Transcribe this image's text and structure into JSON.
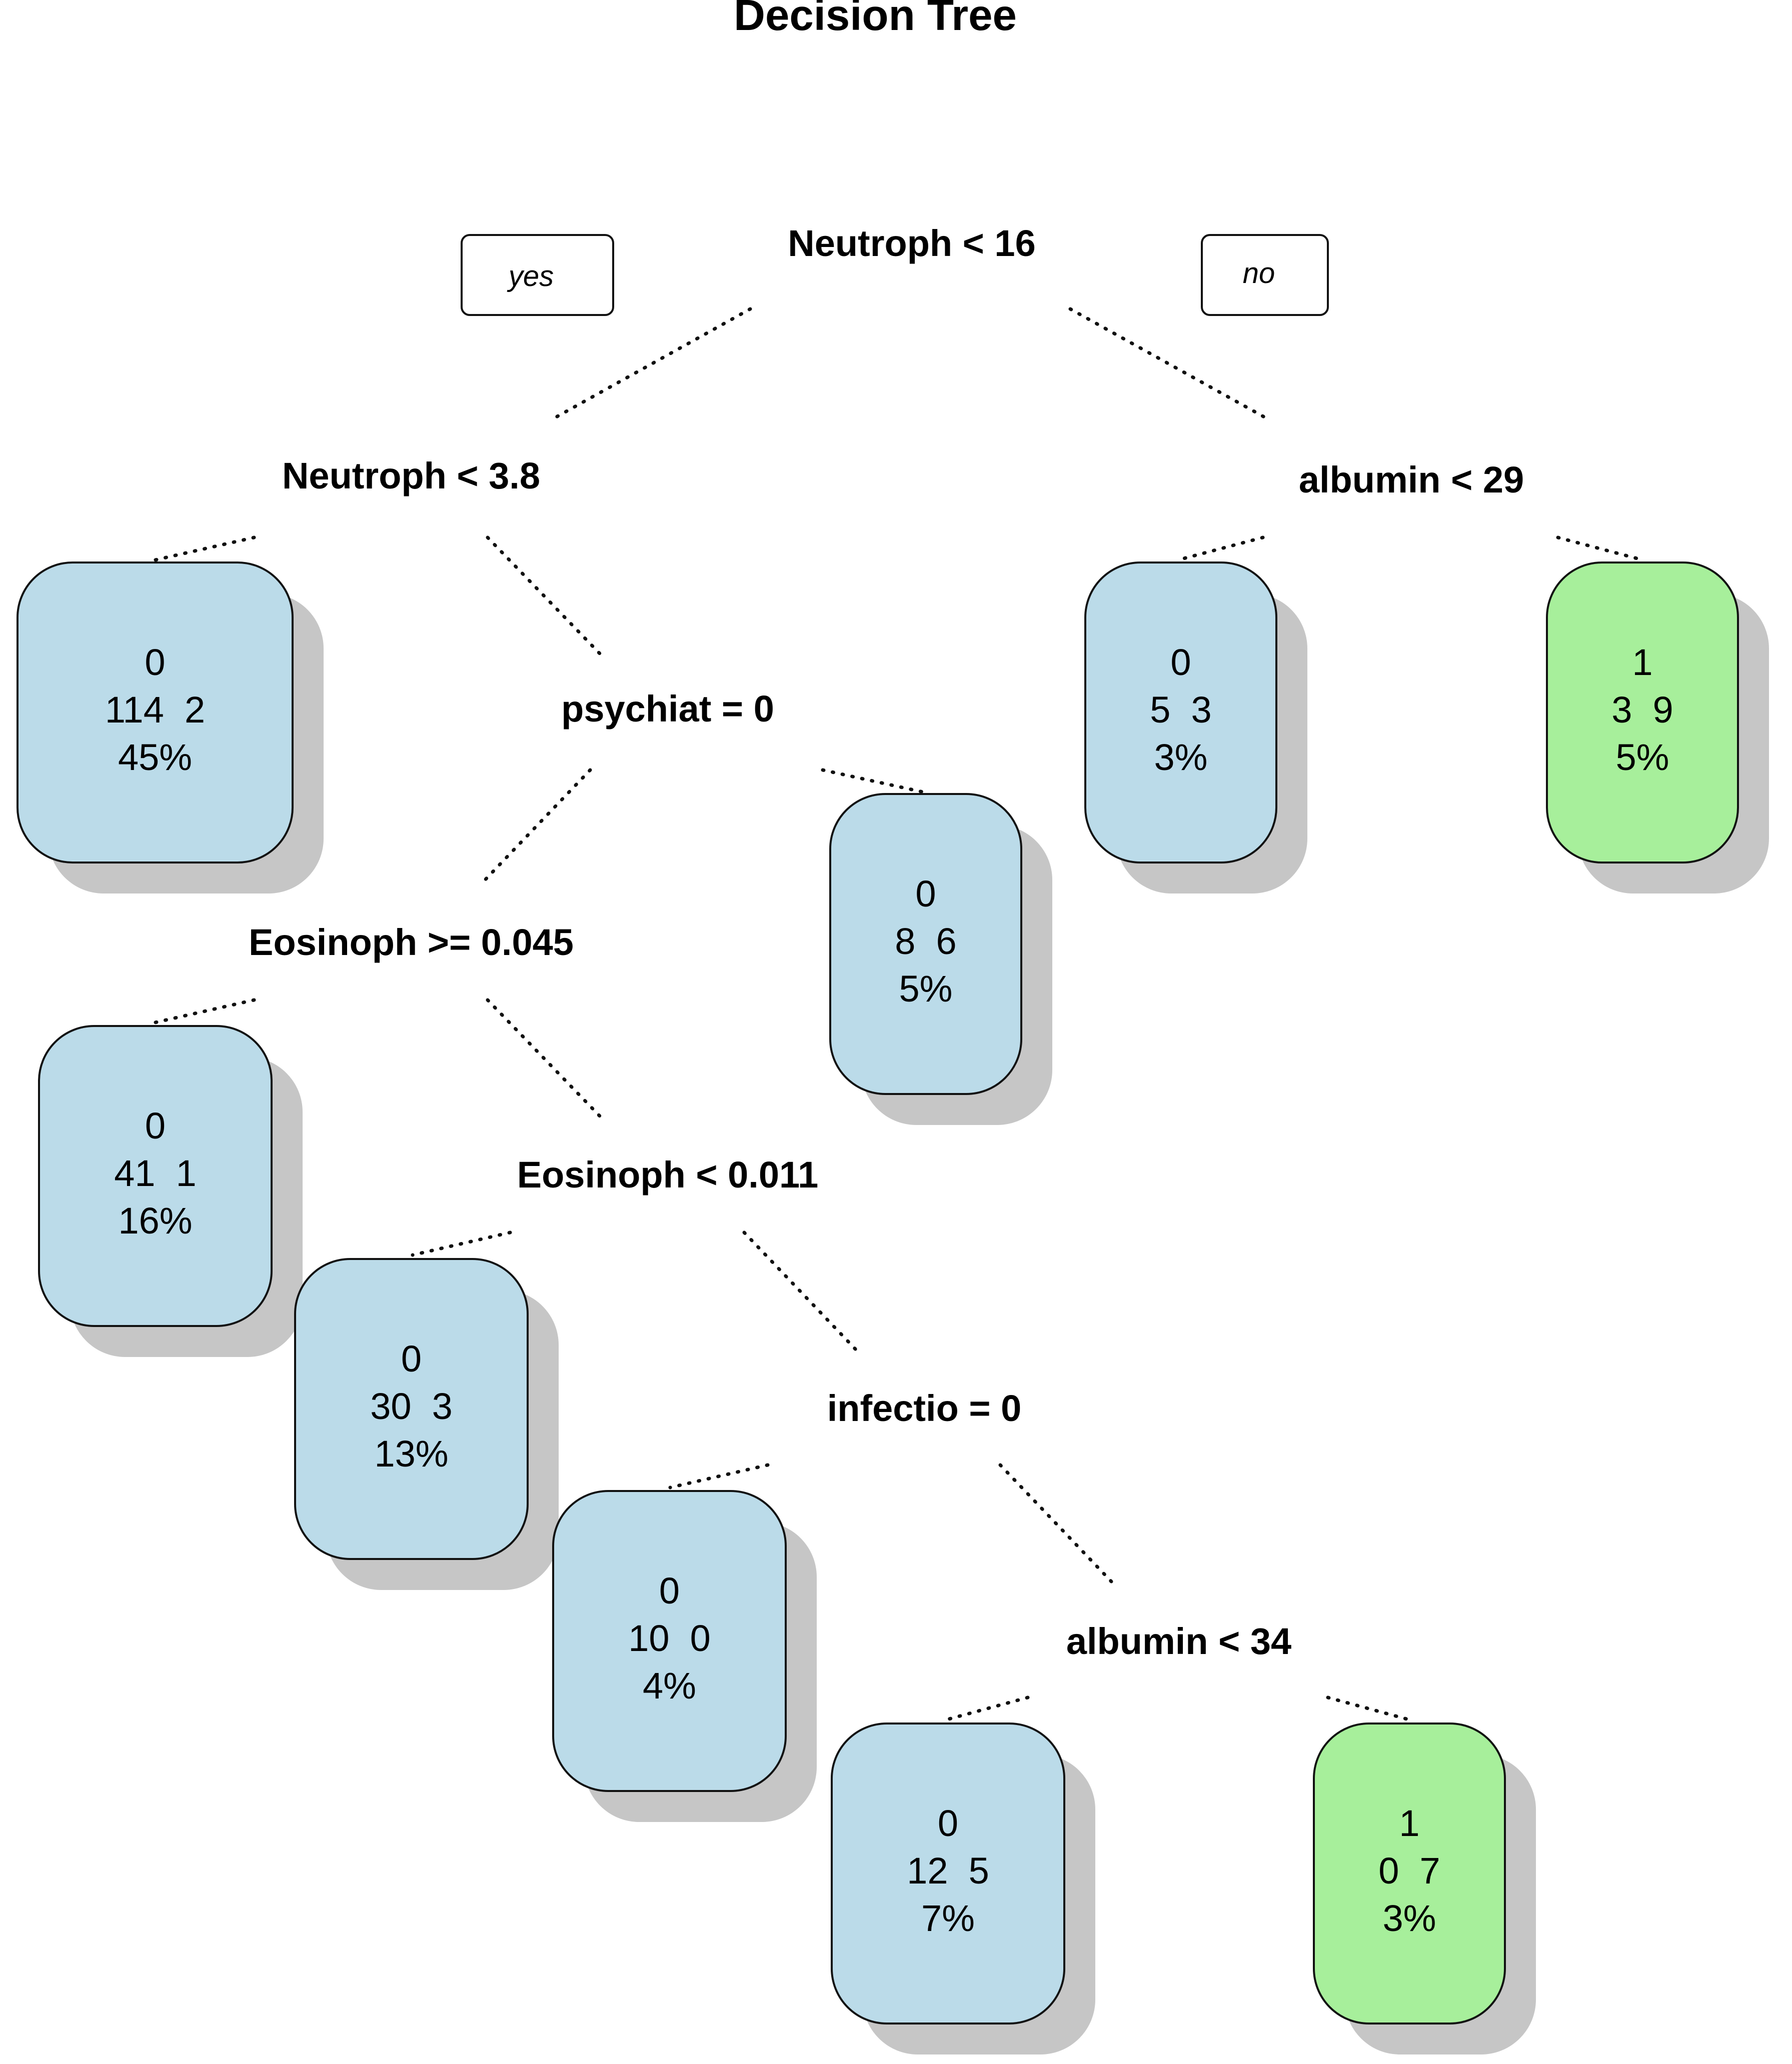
{
  "title": "Decision Tree",
  "branch_labels": {
    "left": "yes",
    "right": "no"
  },
  "colors": {
    "class_0": "#bbdbe9",
    "class_1": "#a7ef9b",
    "shadow": "#c6c6c6",
    "line": "#111111"
  },
  "splits": [
    {
      "id": "root",
      "label": "Neutroph < 16"
    },
    {
      "id": "n2",
      "label": "Neutroph < 3.8"
    },
    {
      "id": "n3",
      "label": "albumin < 29"
    },
    {
      "id": "n5",
      "label": "psychiat = 0"
    },
    {
      "id": "n10",
      "label": "Eosinoph >= 0.045"
    },
    {
      "id": "n21",
      "label": "Eosinoph < 0.011"
    },
    {
      "id": "n43",
      "label": "infectio = 0"
    },
    {
      "id": "n87",
      "label": "albumin < 34"
    }
  ],
  "leaves": [
    {
      "id": "l1",
      "class": "0",
      "counts": "114  2",
      "pct": "45%"
    },
    {
      "id": "l2",
      "class": "0",
      "counts": "41  1",
      "pct": "16%"
    },
    {
      "id": "l3",
      "class": "0",
      "counts": "30  3",
      "pct": "13%"
    },
    {
      "id": "l4",
      "class": "0",
      "counts": "10  0",
      "pct": "4%"
    },
    {
      "id": "l5",
      "class": "0",
      "counts": "12  5",
      "pct": "7%"
    },
    {
      "id": "l6",
      "class": "1",
      "counts": "0  7",
      "pct": "3%"
    },
    {
      "id": "l7",
      "class": "0",
      "counts": "8  6",
      "pct": "5%"
    },
    {
      "id": "l8",
      "class": "0",
      "counts": "5  3",
      "pct": "3%"
    },
    {
      "id": "l9",
      "class": "1",
      "counts": "3  9",
      "pct": "5%"
    }
  ]
}
